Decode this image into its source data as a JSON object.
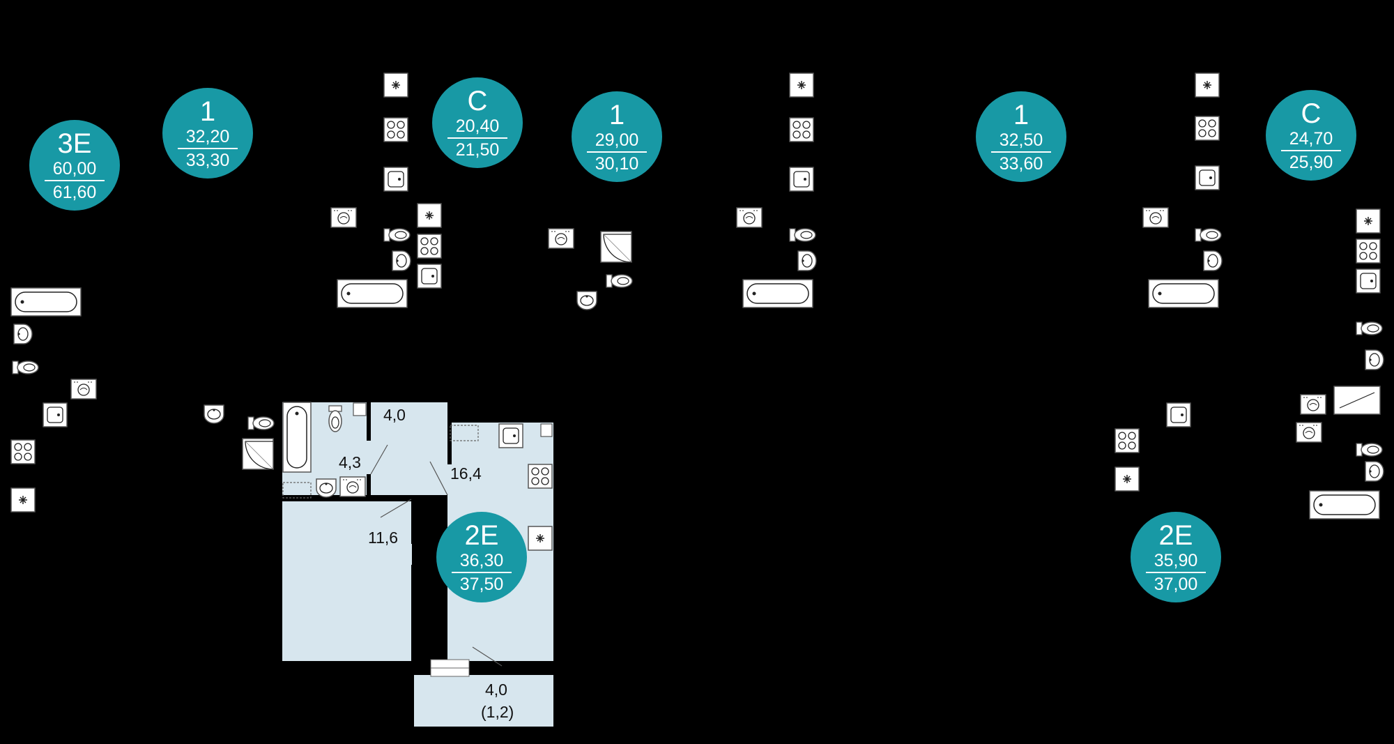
{
  "apartments": [
    {
      "type": "3E",
      "area_living": "60,00",
      "area_total": "61,60"
    },
    {
      "type": "1",
      "area_living": "32,20",
      "area_total": "33,30"
    },
    {
      "type": "С",
      "area_living": "20,40",
      "area_total": "21,50"
    },
    {
      "type": "1",
      "area_living": "29,00",
      "area_total": "30,10"
    },
    {
      "type": "1",
      "area_living": "32,50",
      "area_total": "33,60"
    },
    {
      "type": "С",
      "area_living": "24,70",
      "area_total": "25,90"
    },
    {
      "type": "2E",
      "area_living": "36,30",
      "area_total": "37,50"
    },
    {
      "type": "2E",
      "area_living": "35,90",
      "area_total": "37,00"
    }
  ],
  "rooms": {
    "hall": "4,0",
    "bathroom": "4,3",
    "kitchen_living": "16,4",
    "bedroom": "11,6",
    "balcony": "4,0",
    "balcony_reduced": "(1,2)"
  },
  "colors": {
    "background": "#000000",
    "badge": "#1899a5",
    "room_fill": "#d7e6ee",
    "fixture_fill": "#ffffff"
  },
  "icons": [
    "ventilation-icon",
    "stove-icon",
    "sink-icon",
    "toilet-icon",
    "washbasin-icon",
    "bathtub-icon",
    "shower-tray-icon",
    "washing-machine-icon",
    "radiator-icon"
  ]
}
